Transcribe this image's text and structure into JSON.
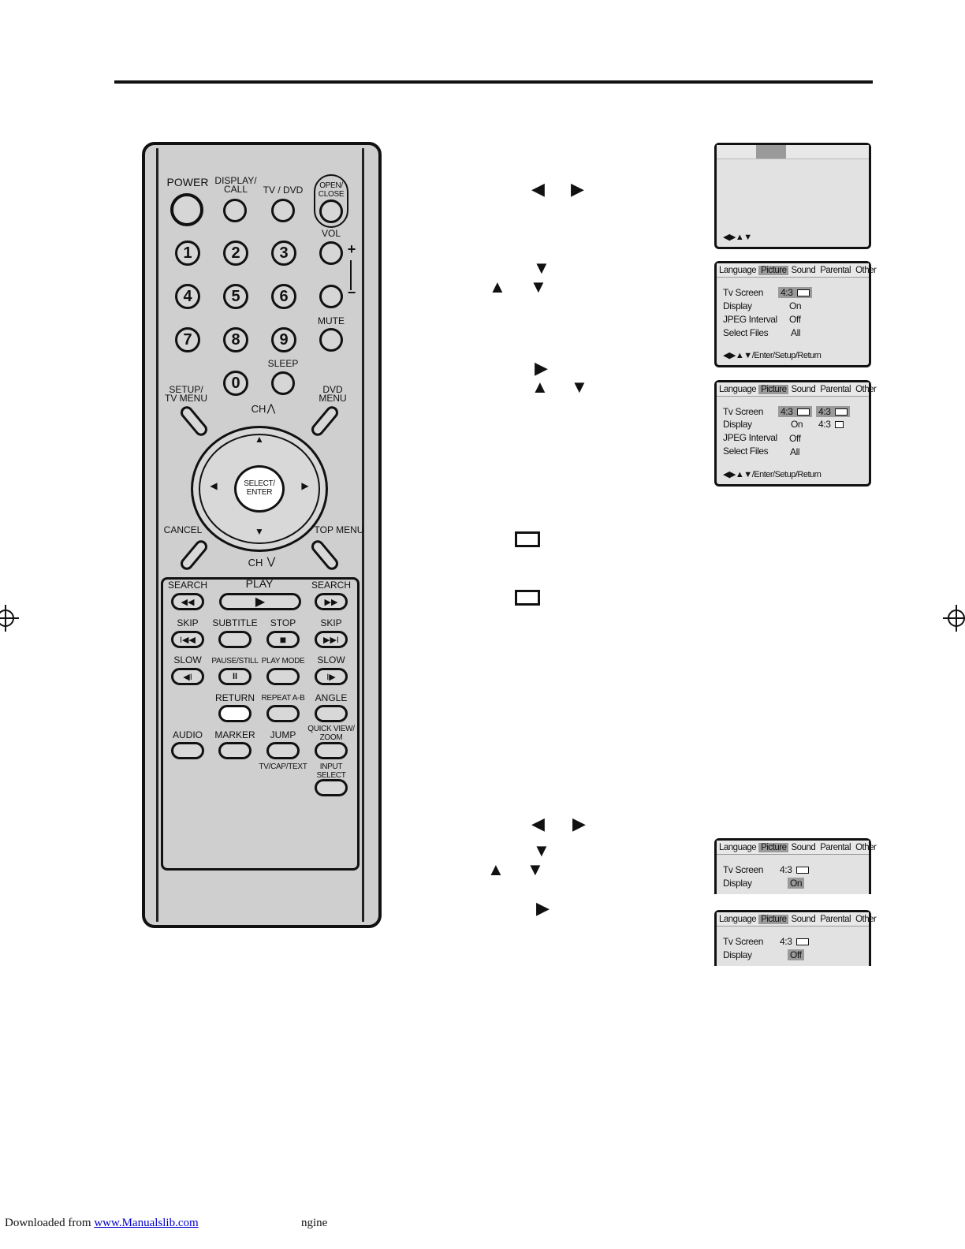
{
  "remote": {
    "top_labels": {
      "power": "POWER",
      "display_call": "DISPLAY/\nCALL",
      "tv_dvd": "TV / DVD",
      "open_close": "OPEN/\nCLOSE",
      "vol": "VOL",
      "mute": "MUTE",
      "sleep": "SLEEP",
      "setup": "SETUP/\nTV MENU",
      "dvd_menu": "DVD\nMENU",
      "ch_up": "CH",
      "ch_down": "CH",
      "select": "SELECT/\nENTER",
      "cancel": "CANCEL",
      "top_menu": "TOP MENU",
      "vol_plus": "+",
      "vol_minus": "−"
    },
    "numbers": [
      "1",
      "2",
      "3",
      "4",
      "5",
      "6",
      "7",
      "8",
      "9",
      "0"
    ],
    "transport_labels": {
      "search_left": "SEARCH",
      "play": "PLAY",
      "search_right": "SEARCH",
      "skip_left": "SKIP",
      "subtitle": "SUBTITLE",
      "stop": "STOP",
      "skip_right": "SKIP",
      "slow_left": "SLOW",
      "pause_still": "PAUSE/STILL",
      "play_mode": "PLAY MODE",
      "slow_right": "SLOW",
      "return": "RETURN",
      "repeat_ab": "REPEAT A-B",
      "angle": "ANGLE",
      "audio": "AUDIO",
      "marker": "MARKER",
      "jump": "JUMP",
      "quick_view": "QUICK VIEW/\nZOOM",
      "tv_cap_text": "TV/CAP/TEXT",
      "input_select": "INPUT\nSELECT"
    },
    "glyphs": {
      "rew": "◀◀",
      "play": "▶",
      "ff": "▶▶",
      "prev": "I◀◀",
      "stop": "■",
      "next": "▶▶I",
      "slow_rev": "◀I",
      "pause": "II",
      "slow_fwd": "I▶",
      "up": "▲",
      "down": "▼",
      "left": "◀",
      "right": "▶"
    }
  },
  "steps": {
    "arrows": {
      "left": "◀",
      "right": "▶",
      "up": "▲",
      "down": "▼"
    }
  },
  "osd1": {
    "footer": "◀▶▲▼"
  },
  "osd_tabs": [
    "Language",
    "Picture",
    "Sound",
    "Parental",
    "Other"
  ],
  "osd2": {
    "rows": [
      "Tv Screen",
      "Display",
      "JPEG Interval",
      "Select Files"
    ],
    "values": [
      "4:3",
      "On",
      "Off",
      "All"
    ],
    "footer": "◀▶▲▼/Enter/Setup/Return"
  },
  "osd3": {
    "rows": [
      "Tv Screen",
      "Display",
      "JPEG Interval",
      "Select Files"
    ],
    "values": [
      "4:3",
      "On",
      "Off",
      "All"
    ],
    "options": [
      "4:3",
      "4:3"
    ],
    "footer": "◀▶▲▼/Enter/Setup/Return"
  },
  "osd4": {
    "rows": [
      "Tv Screen",
      "Display"
    ],
    "values": [
      "4:3",
      "On"
    ]
  },
  "osd5": {
    "rows": [
      "Tv Screen",
      "Display"
    ],
    "values": [
      "4:3",
      "Off"
    ]
  },
  "footer": {
    "prefix": "Downloaded from ",
    "link": "www.Manualslib.com",
    "suffix": "ngine"
  }
}
